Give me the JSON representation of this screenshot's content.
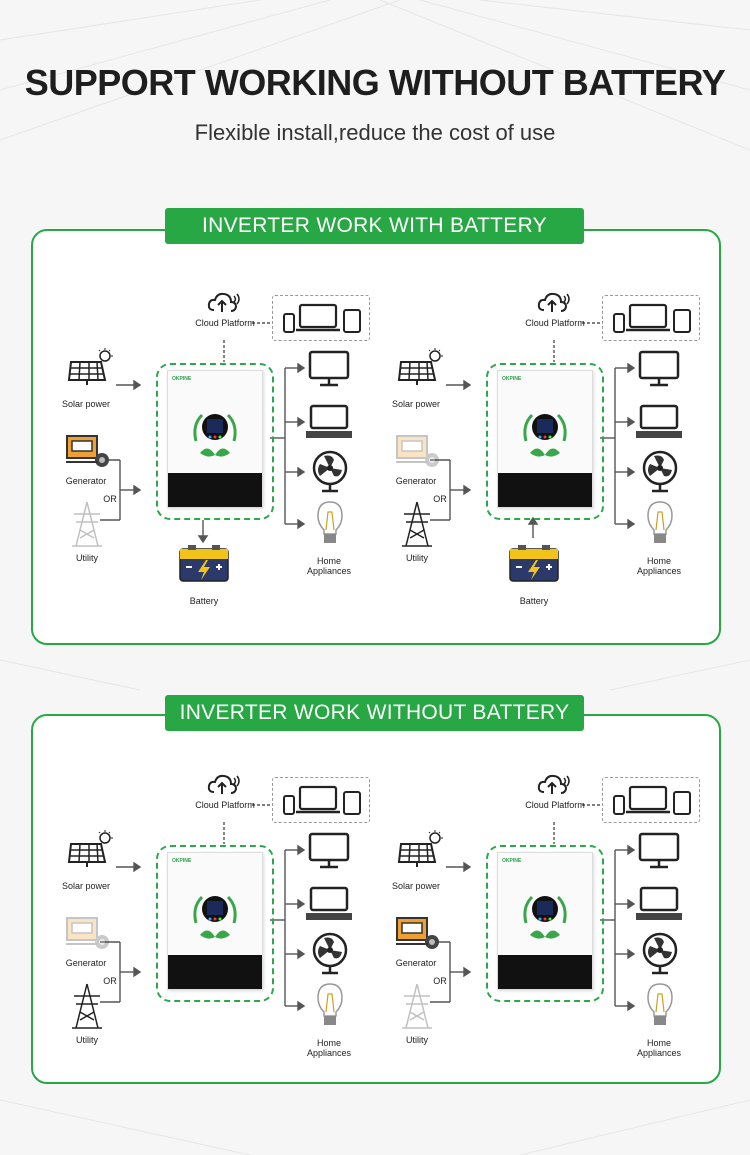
{
  "header": {
    "title": "SUPPORT WORKING WITHOUT BATTERY",
    "subtitle": "Flexible install,reduce the cost of use"
  },
  "sections": [
    {
      "heading": "INVERTER WORK WITH BATTERY",
      "diagrams": [
        {
          "battery_direction": "charge",
          "generator_active": true,
          "battery_label": "Battery"
        },
        {
          "battery_direction": "discharge",
          "generator_active": false,
          "battery_label": "Battery"
        }
      ]
    },
    {
      "heading": "INVERTER WORK WITHOUT BATTERY",
      "diagrams": [
        {
          "battery_direction": "none",
          "generator_active": false
        },
        {
          "battery_direction": "none",
          "generator_active": true
        }
      ]
    }
  ],
  "labels": {
    "cloud": "Cloud Platform",
    "solar": "Solar power",
    "generator": "Generator",
    "or": "OR",
    "utility": "Utility",
    "home_line1": "Home",
    "home_line2": "Appliances",
    "brand": "OKPINE"
  },
  "colors": {
    "accent": "#28a745",
    "battery": "#f2c318",
    "battery_body": "#2b3a6b"
  }
}
